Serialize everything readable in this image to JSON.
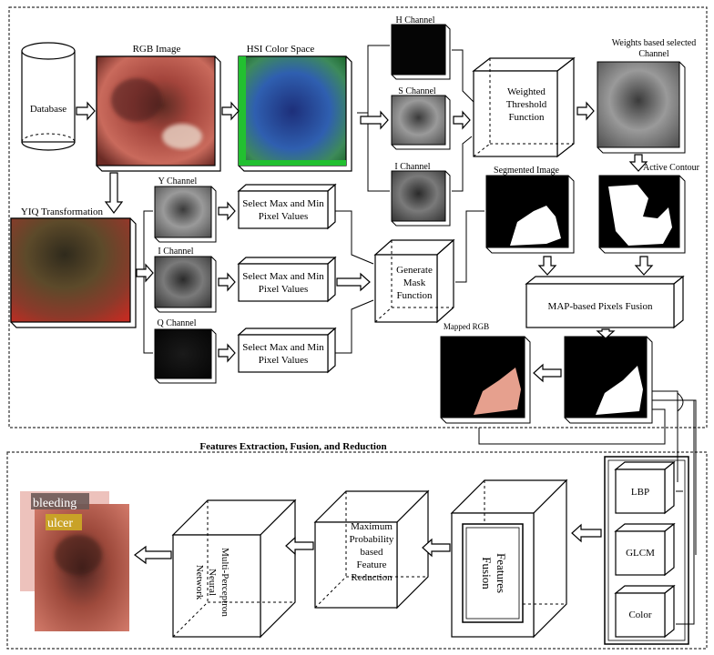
{
  "labels": {
    "database": "Database",
    "rgb_image": "RGB Image",
    "hsi_color_space": "HSI Color Space",
    "h_channel": "H Channel",
    "s_channel": "S Channel",
    "i_channel_hsi": "I Channel",
    "weighted_threshold": [
      "Weighted",
      "Threshold",
      "Function"
    ],
    "weights_selected": [
      "Weights based selected",
      "Channel"
    ],
    "active_contour": "Active Contour",
    "segmented_image": "Segmented Image",
    "yiq_transformation": "YIQ Transformation",
    "y_channel": "Y Channel",
    "i_channel_yiq": "I Channel",
    "q_channel": "Q Channel",
    "select_max_min": [
      "Select Max and Min",
      "Pixel Values"
    ],
    "generate_mask": [
      "Generate",
      "Mask",
      "Function"
    ],
    "map_fusion": "MAP-based Pixels Fusion",
    "mapped_rgb": "Mapped RGB",
    "section_title": "Features Extraction, Fusion, and Reduction",
    "lbp": "LBP",
    "glcm": "GLCM",
    "color": "Color",
    "features_fusion": [
      "Features",
      "Fusion"
    ],
    "feature_reduction": [
      "Maximum",
      "Probability",
      "based",
      "Feature",
      "Reduction"
    ],
    "mlp": [
      "Multi-Perceptron",
      "Neural",
      "Network"
    ],
    "bleeding": "bleeding",
    "ulcer": "ulcer"
  },
  "colors": {
    "tissue_red": "#b84a42",
    "tissue_pink": "#d9857a",
    "hsi_blue": "#2f4fa8",
    "hsi_green": "#22b030",
    "ulcer_badge": "#c9a227",
    "bleeding_badge": "#6d5a57"
  }
}
